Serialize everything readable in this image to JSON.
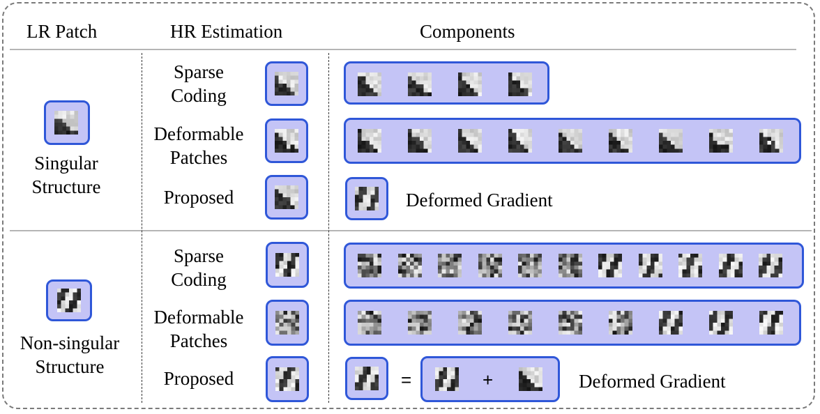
{
  "headers": {
    "lr_patch": "LR Patch",
    "hr_estimation": "HR Estimation",
    "components": "Components"
  },
  "sections": [
    {
      "label_line1": "Singular",
      "label_line2": "Structure",
      "methods": [
        {
          "line1": "Sparse",
          "line2": "Coding",
          "component_count": 4
        },
        {
          "line1": "Deformable",
          "line2": "Patches",
          "component_count": 9
        },
        {
          "line1": "Proposed",
          "component_label": "Deformed Gradient"
        }
      ]
    },
    {
      "label_line1": "Non-singular",
      "label_line2": "Structure",
      "methods": [
        {
          "line1": "Sparse",
          "line2": "Coding",
          "component_count": 11
        },
        {
          "line1": "Deformable",
          "line2": "Patches",
          "component_count": 9
        },
        {
          "line1": "Proposed",
          "equals": "=",
          "plus": "+",
          "component_label": "Deformed Gradient"
        }
      ]
    }
  ],
  "colors": {
    "box_fill": "#c4c4f6",
    "box_border": "#2f57d8",
    "frame": "#7a7a7a"
  },
  "patch_kinds": [
    "diagonal-edge",
    "textured",
    "vertical-stripes"
  ]
}
